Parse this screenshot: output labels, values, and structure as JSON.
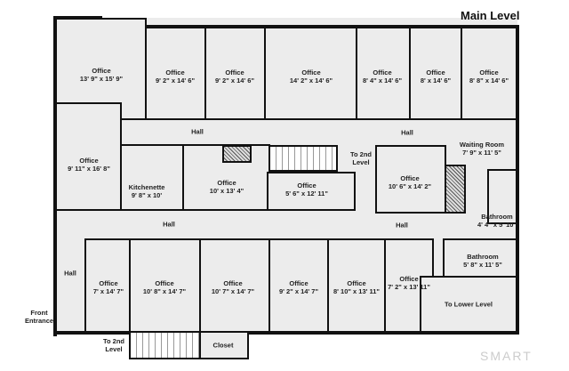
{
  "title": "Main Level",
  "logo": "SMART",
  "rooms": [
    {
      "name": "Office",
      "dims": "13' 9\" x 15' 9\""
    },
    {
      "name": "Office",
      "dims": "9' 2\" x 14' 6\""
    },
    {
      "name": "Office",
      "dims": "9' 2\" x 14' 6\""
    },
    {
      "name": "Office",
      "dims": "14' 2\" x 14' 6\""
    },
    {
      "name": "Office",
      "dims": "8' 4\" x 14' 6\""
    },
    {
      "name": "Office",
      "dims": "8' x 14' 6\""
    },
    {
      "name": "Office",
      "dims": "8' 8\" x 14' 6\""
    },
    {
      "name": "Office",
      "dims": "9' 11\" x 16' 8\""
    },
    {
      "name": "Kitchenette",
      "dims": "9' 8\" x 10'"
    },
    {
      "name": "Office",
      "dims": "10' x 13' 4\""
    },
    {
      "name": "Office",
      "dims": "5' 6\" x 12' 11\""
    },
    {
      "name": "Office",
      "dims": "10' 6\" x 14' 2\""
    },
    {
      "name": "Waiting Room",
      "dims": "7' 9\" x 11' 5\""
    },
    {
      "name": "Bathroom",
      "dims": "4' 4\" x 5' 10\""
    },
    {
      "name": "Office",
      "dims": "7' x 14' 7\""
    },
    {
      "name": "Office",
      "dims": "10' 8\" x 14' 7\""
    },
    {
      "name": "Office",
      "dims": "10' 7\" x 14' 7\""
    },
    {
      "name": "Office",
      "dims": "9' 2\" x 14' 7\""
    },
    {
      "name": "Office",
      "dims": "8' 10\" x 13' 11\""
    },
    {
      "name": "Office",
      "dims": "7' 2\" x 13' 11\""
    },
    {
      "name": "Bathroom",
      "dims": "5' 8\" x 11' 5\""
    }
  ],
  "labels": {
    "hall": "Hall",
    "to_2nd_a": "To 2nd",
    "to_2nd_b": "Level",
    "front_a": "Front",
    "front_b": "Entrance",
    "closet": "Closet",
    "lower": "To Lower Level"
  }
}
